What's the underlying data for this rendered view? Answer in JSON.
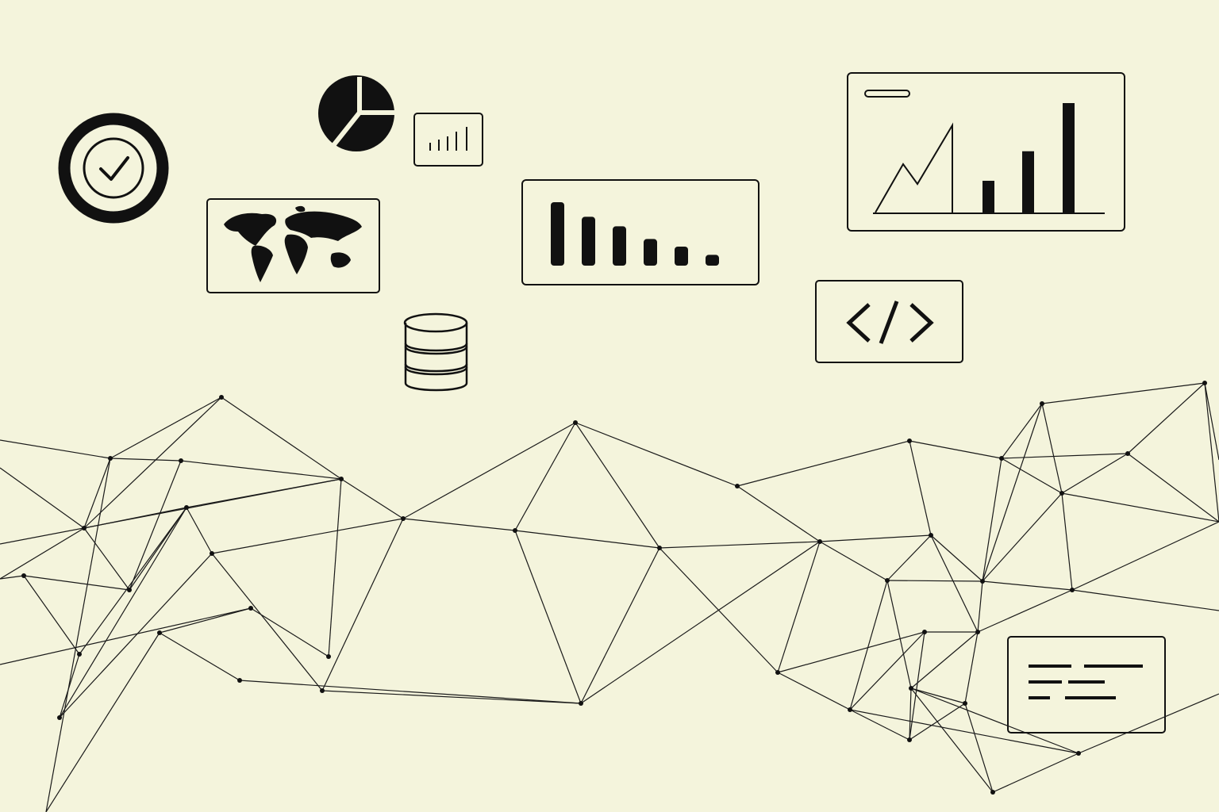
{
  "colors": {
    "background": "#f4f4dc",
    "ink": "#111111",
    "line": "#1a1a1a"
  },
  "icons": {
    "check_badge": "check-circle-icon",
    "pie": "pie-chart-icon",
    "mini_bars": "small-bar-chart-icon",
    "world_map": "world-map-icon",
    "database": "database-icon",
    "code": "code-brackets-icon",
    "text_lines": "text-lines-icon",
    "network": "network-mesh"
  },
  "cards": {
    "descending_bars": {
      "values": [
        1.0,
        0.77,
        0.62,
        0.42,
        0.3,
        0.17
      ]
    },
    "combo_chart": {
      "bars": [
        0.29,
        0.56,
        1.0
      ]
    }
  }
}
